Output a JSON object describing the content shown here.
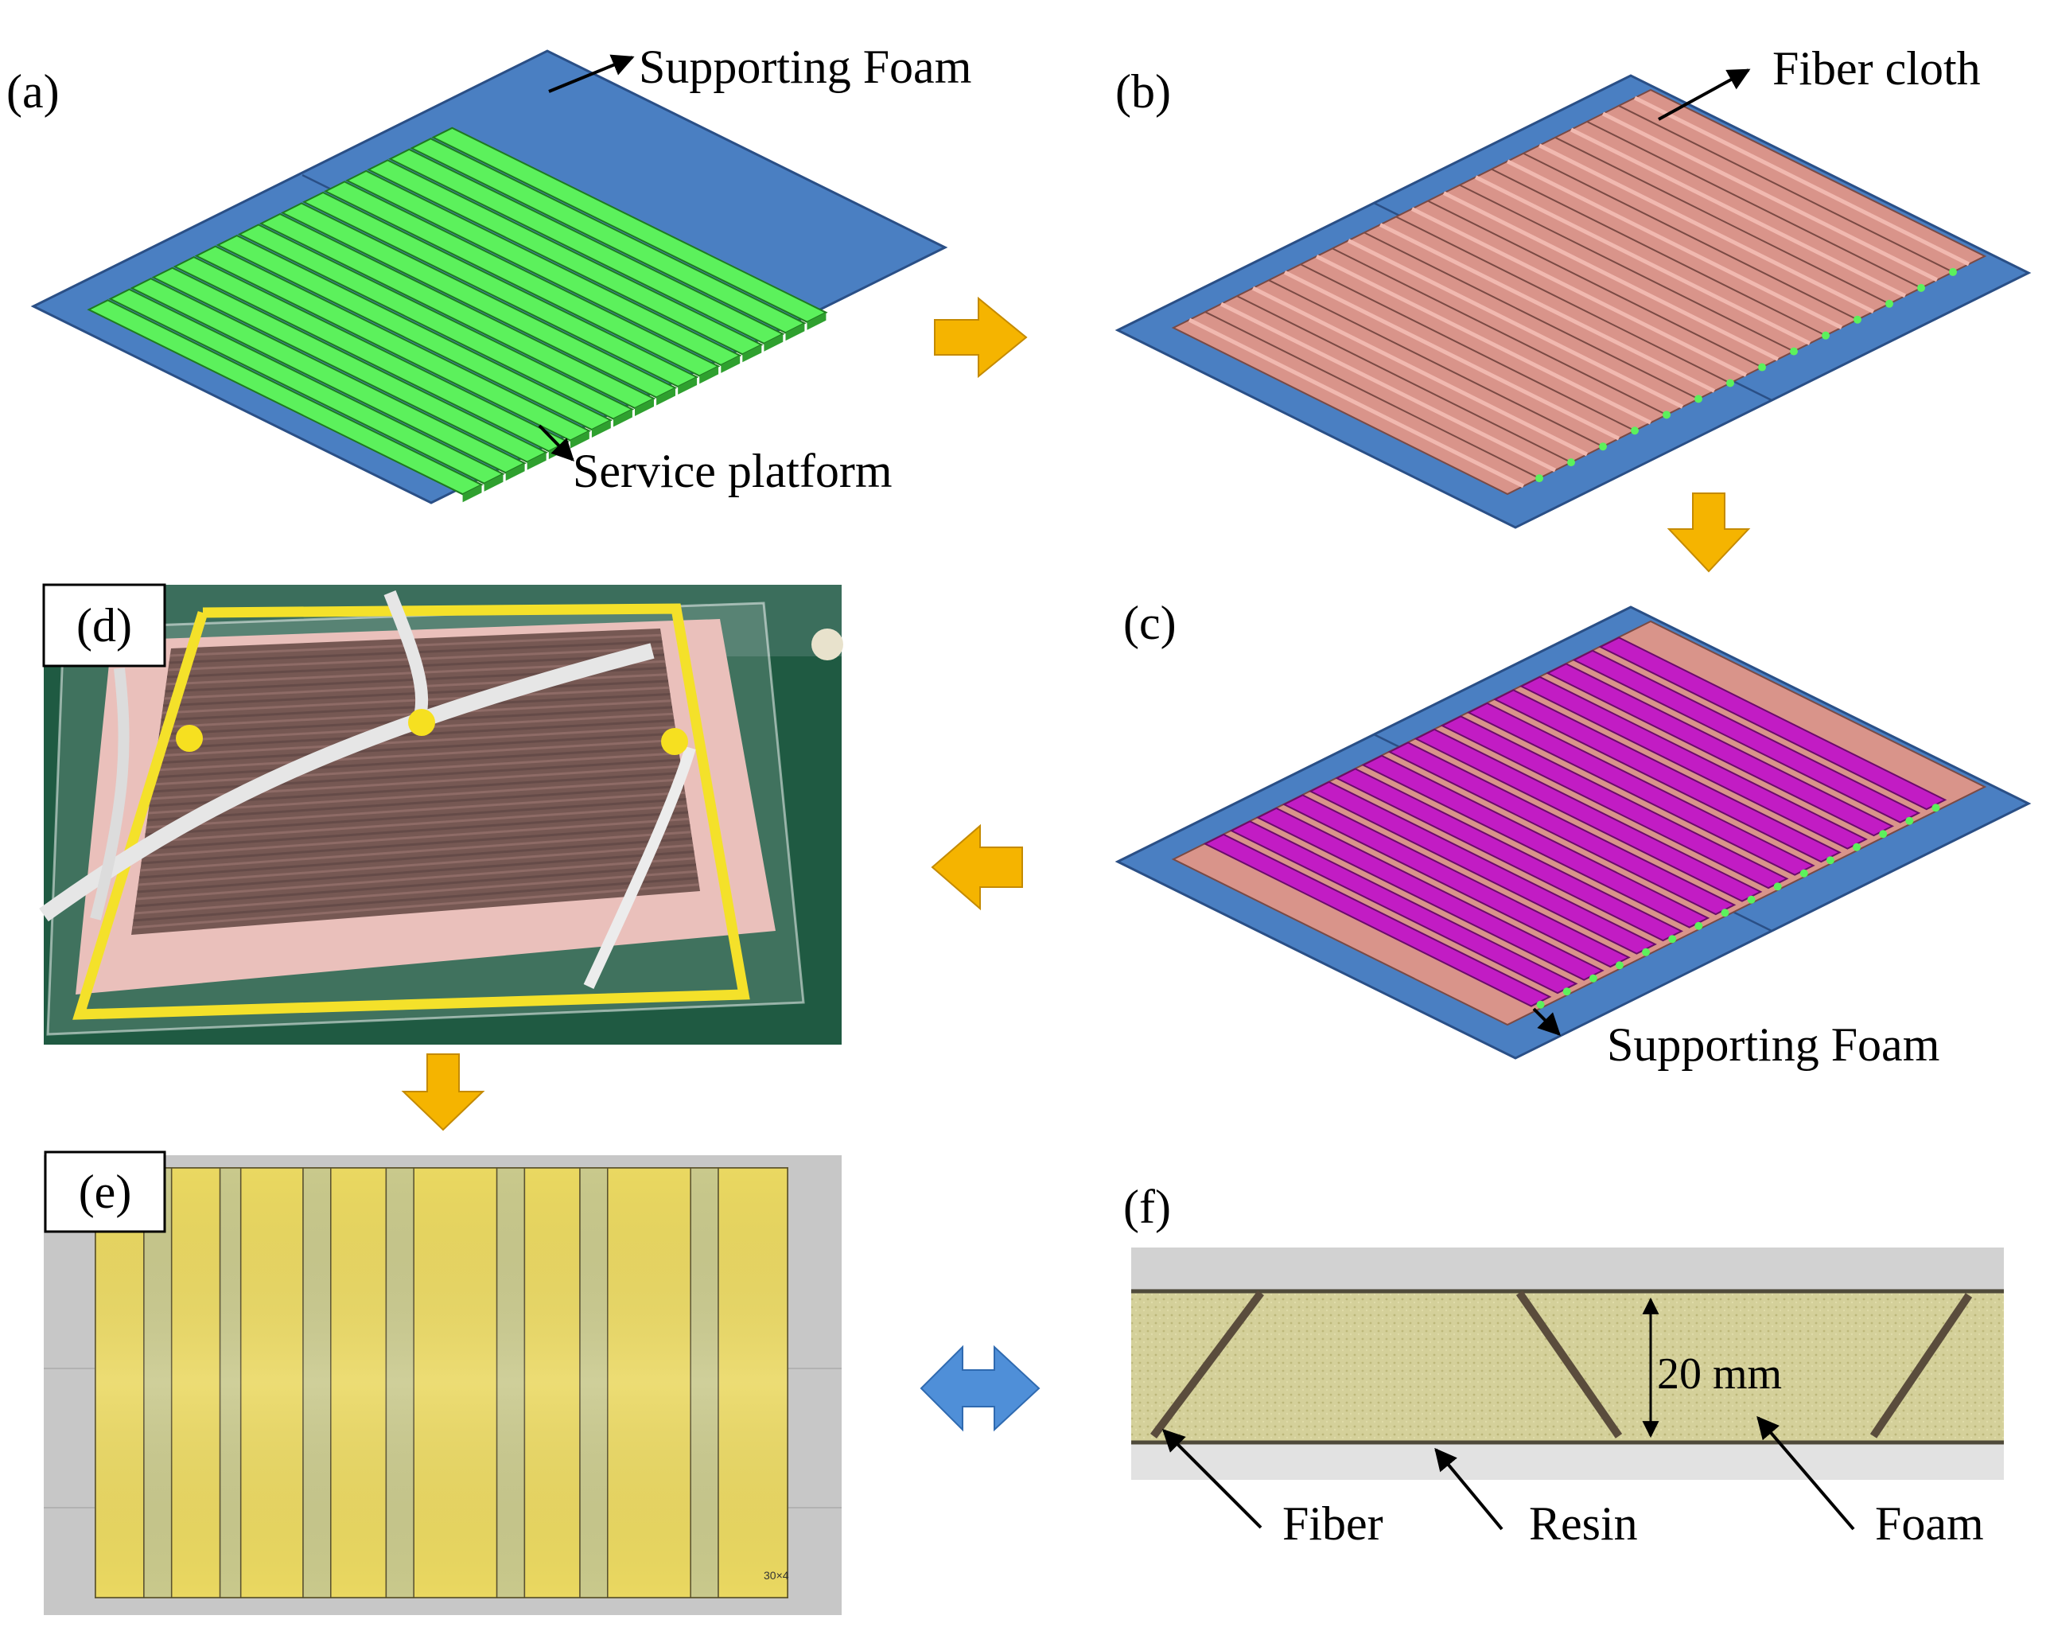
{
  "panels": {
    "a": {
      "label": "(a)",
      "callouts": {
        "supporting_foam": "Supporting Foam",
        "service_platform": "Service platform"
      }
    },
    "b": {
      "label": "(b)",
      "callouts": {
        "fiber_cloth": "Fiber cloth"
      }
    },
    "c": {
      "label": "(c)",
      "callouts": {
        "supporting_foam": "Supporting Foam"
      }
    },
    "d": {
      "label": "(d)"
    },
    "e": {
      "label": "(e)",
      "stamp": "30×4"
    },
    "f": {
      "label": "(f)",
      "dimension": "20 mm",
      "callouts": {
        "fiber": "Fiber",
        "resin": "Resin",
        "foam": "Foam"
      }
    }
  },
  "colors": {
    "platform": "#4a7fc2",
    "foam_green": "#5cf15c",
    "fiber_cloth": "#d9948a",
    "foam_magenta": "#c21cc4",
    "flow_arrow": "#f5b400",
    "double_arrow": "#4f8fd8"
  },
  "icons": {
    "flow_arrows": [
      "arrow-right-icon",
      "arrow-down-icon",
      "arrow-left-icon",
      "arrow-down-icon"
    ],
    "link_arrow": "double-arrow-icon"
  }
}
